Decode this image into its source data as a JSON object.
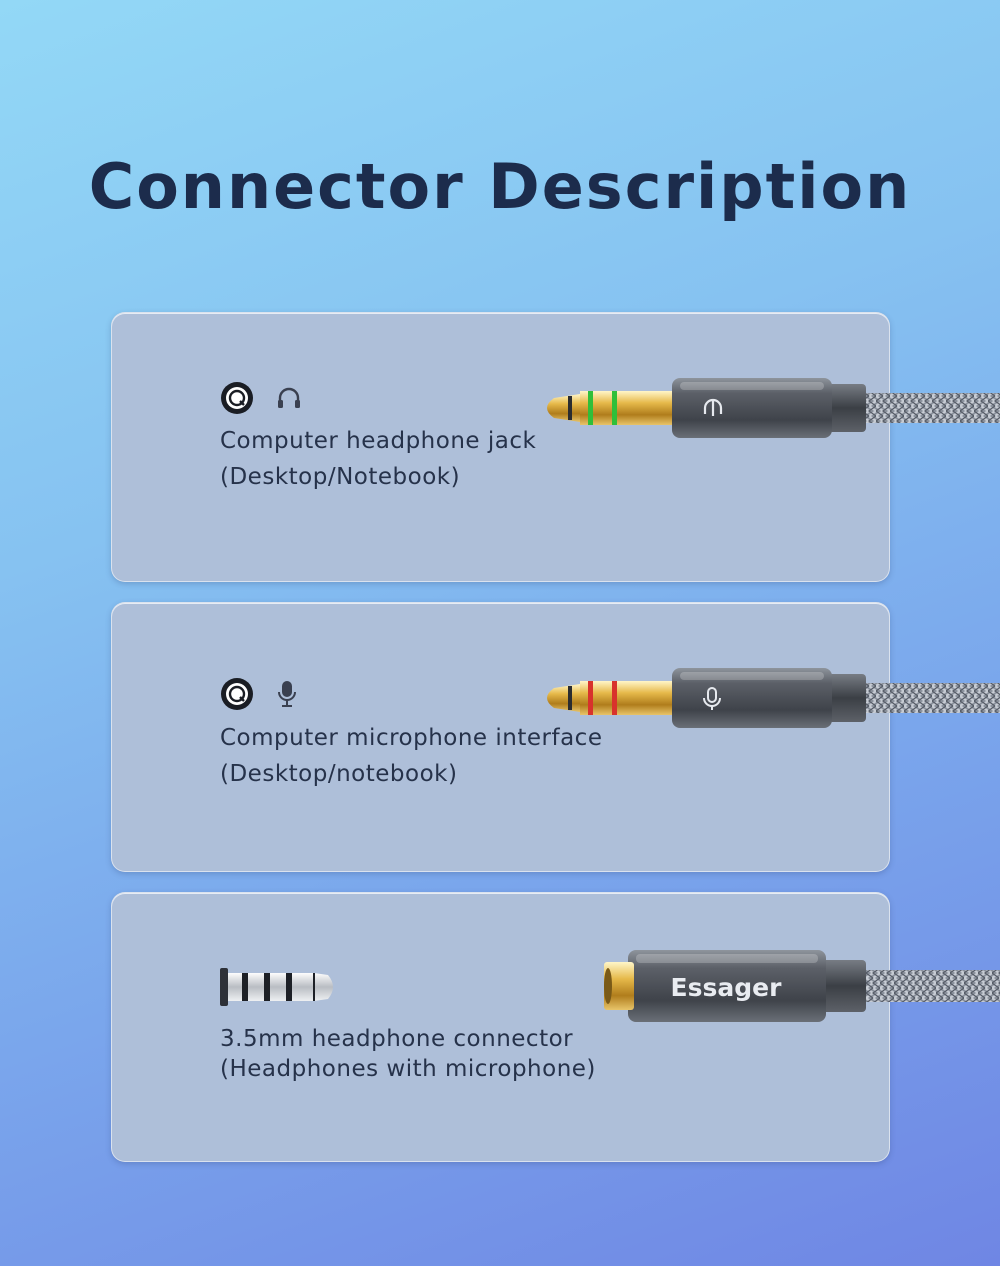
{
  "page": {
    "title": "Connector Description"
  },
  "connectors": [
    {
      "line1": "Computer headphone jack",
      "line2": "(Desktop/Notebook)",
      "icons": [
        "audio-jack-icon",
        "headphone-icon"
      ],
      "ring_color": "#2fbf3a"
    },
    {
      "line1": "Computer microphone interface",
      "line2": "(Desktop/notebook)",
      "icons": [
        "audio-jack-icon",
        "microphone-icon"
      ],
      "ring_color": "#d8322c"
    },
    {
      "line1": "3.5mm headphone connector",
      "line2": "(Headphones with microphone)",
      "icons": [
        "trrs-plug-icon"
      ],
      "brand": "Essager"
    }
  ],
  "colors": {
    "title": "#1c2c4c",
    "card": "#aebfd9",
    "text": "#26324a"
  }
}
